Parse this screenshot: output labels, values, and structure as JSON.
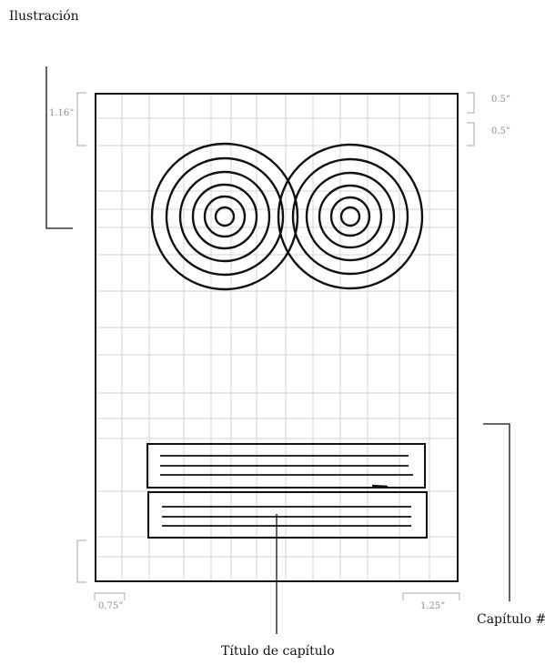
{
  "labels": {
    "illustration": "Ilustración",
    "chapter_number": "Capítulo #",
    "chapter_title": "Título de capítulo"
  },
  "measurements": {
    "left_top": "1.16”",
    "right_top_1": "0.5”",
    "right_top_2": "0.5”",
    "bottom_left": "0.75”",
    "bottom_right": "1.25”"
  },
  "colors": {
    "ink": "#111111",
    "grid": "#d4d4d4",
    "bracket": "#a8a8a8"
  }
}
